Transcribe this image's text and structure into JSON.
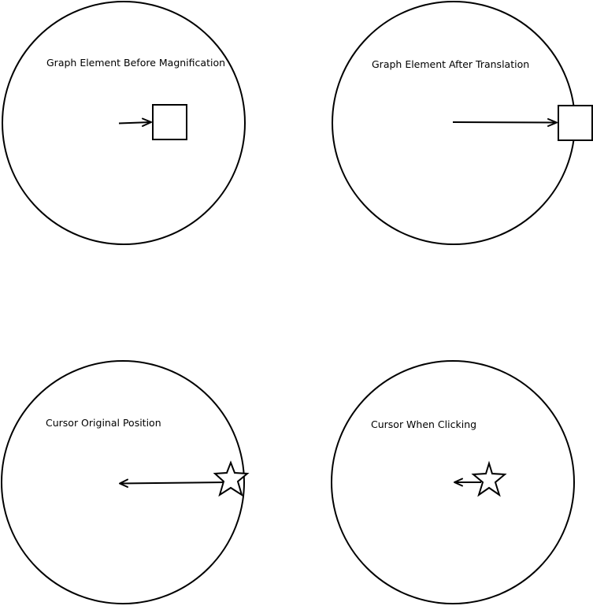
{
  "colors": {
    "stroke": "#000000",
    "background": "#ffffff"
  },
  "panels": {
    "before_magnification": {
      "label": "Graph Element Before Magnification",
      "marker_icon": "square-icon"
    },
    "after_translation": {
      "label": "Graph Element After Translation",
      "marker_icon": "square-icon"
    },
    "cursor_original": {
      "label": "Cursor Original Position",
      "marker_icon": "star-icon"
    },
    "cursor_clicking": {
      "label": "Cursor When Clicking",
      "marker_icon": "star-icon"
    }
  }
}
